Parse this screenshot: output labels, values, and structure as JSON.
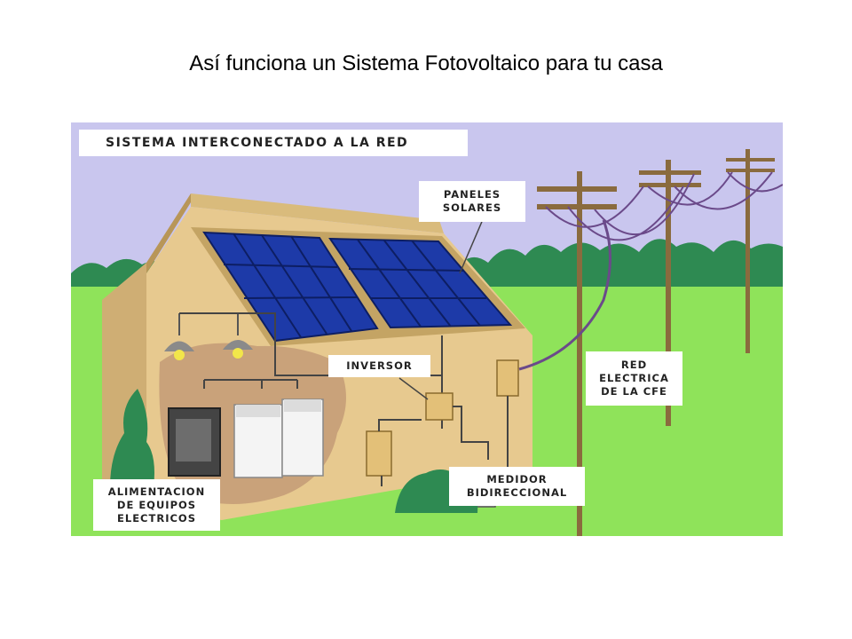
{
  "slide": {
    "title": "Así funciona un Sistema Fotovoltaico para tu casa"
  },
  "diagram": {
    "header": "SISTEMA INTERCONECTADO  A LA RED",
    "labels": {
      "panels": [
        "PANELES",
        "SOLARES"
      ],
      "inverter": [
        "INVERSOR"
      ],
      "grid": [
        "RED",
        "ELECTRICA",
        "DE LA CFE"
      ],
      "meter": [
        "MEDIDOR",
        "BIDIRECCIONAL"
      ],
      "appliances": [
        "ALIMENTACION",
        "DE EQUIPOS",
        "ELECTRICOS"
      ]
    }
  },
  "colors": {
    "sky": "#c9c6ee",
    "grass": "#8fe35a",
    "trees": "#2e8a52",
    "house_wall": "#e7c98f",
    "roof": "#d2b274",
    "solar_panel": "#1d3aa8",
    "wire": "#6b4a8a"
  }
}
